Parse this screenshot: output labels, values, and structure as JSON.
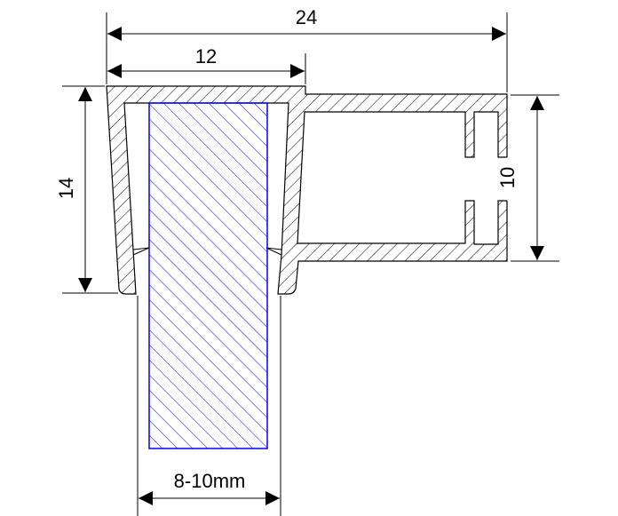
{
  "dimensions": {
    "total_width": "24",
    "clip_width": "12",
    "clip_height": "14",
    "profile_height": "10",
    "glass_thickness": "8-10mm"
  },
  "colors": {
    "profile": "#000000",
    "glass": "#0000ff",
    "background": "#ffffff"
  }
}
